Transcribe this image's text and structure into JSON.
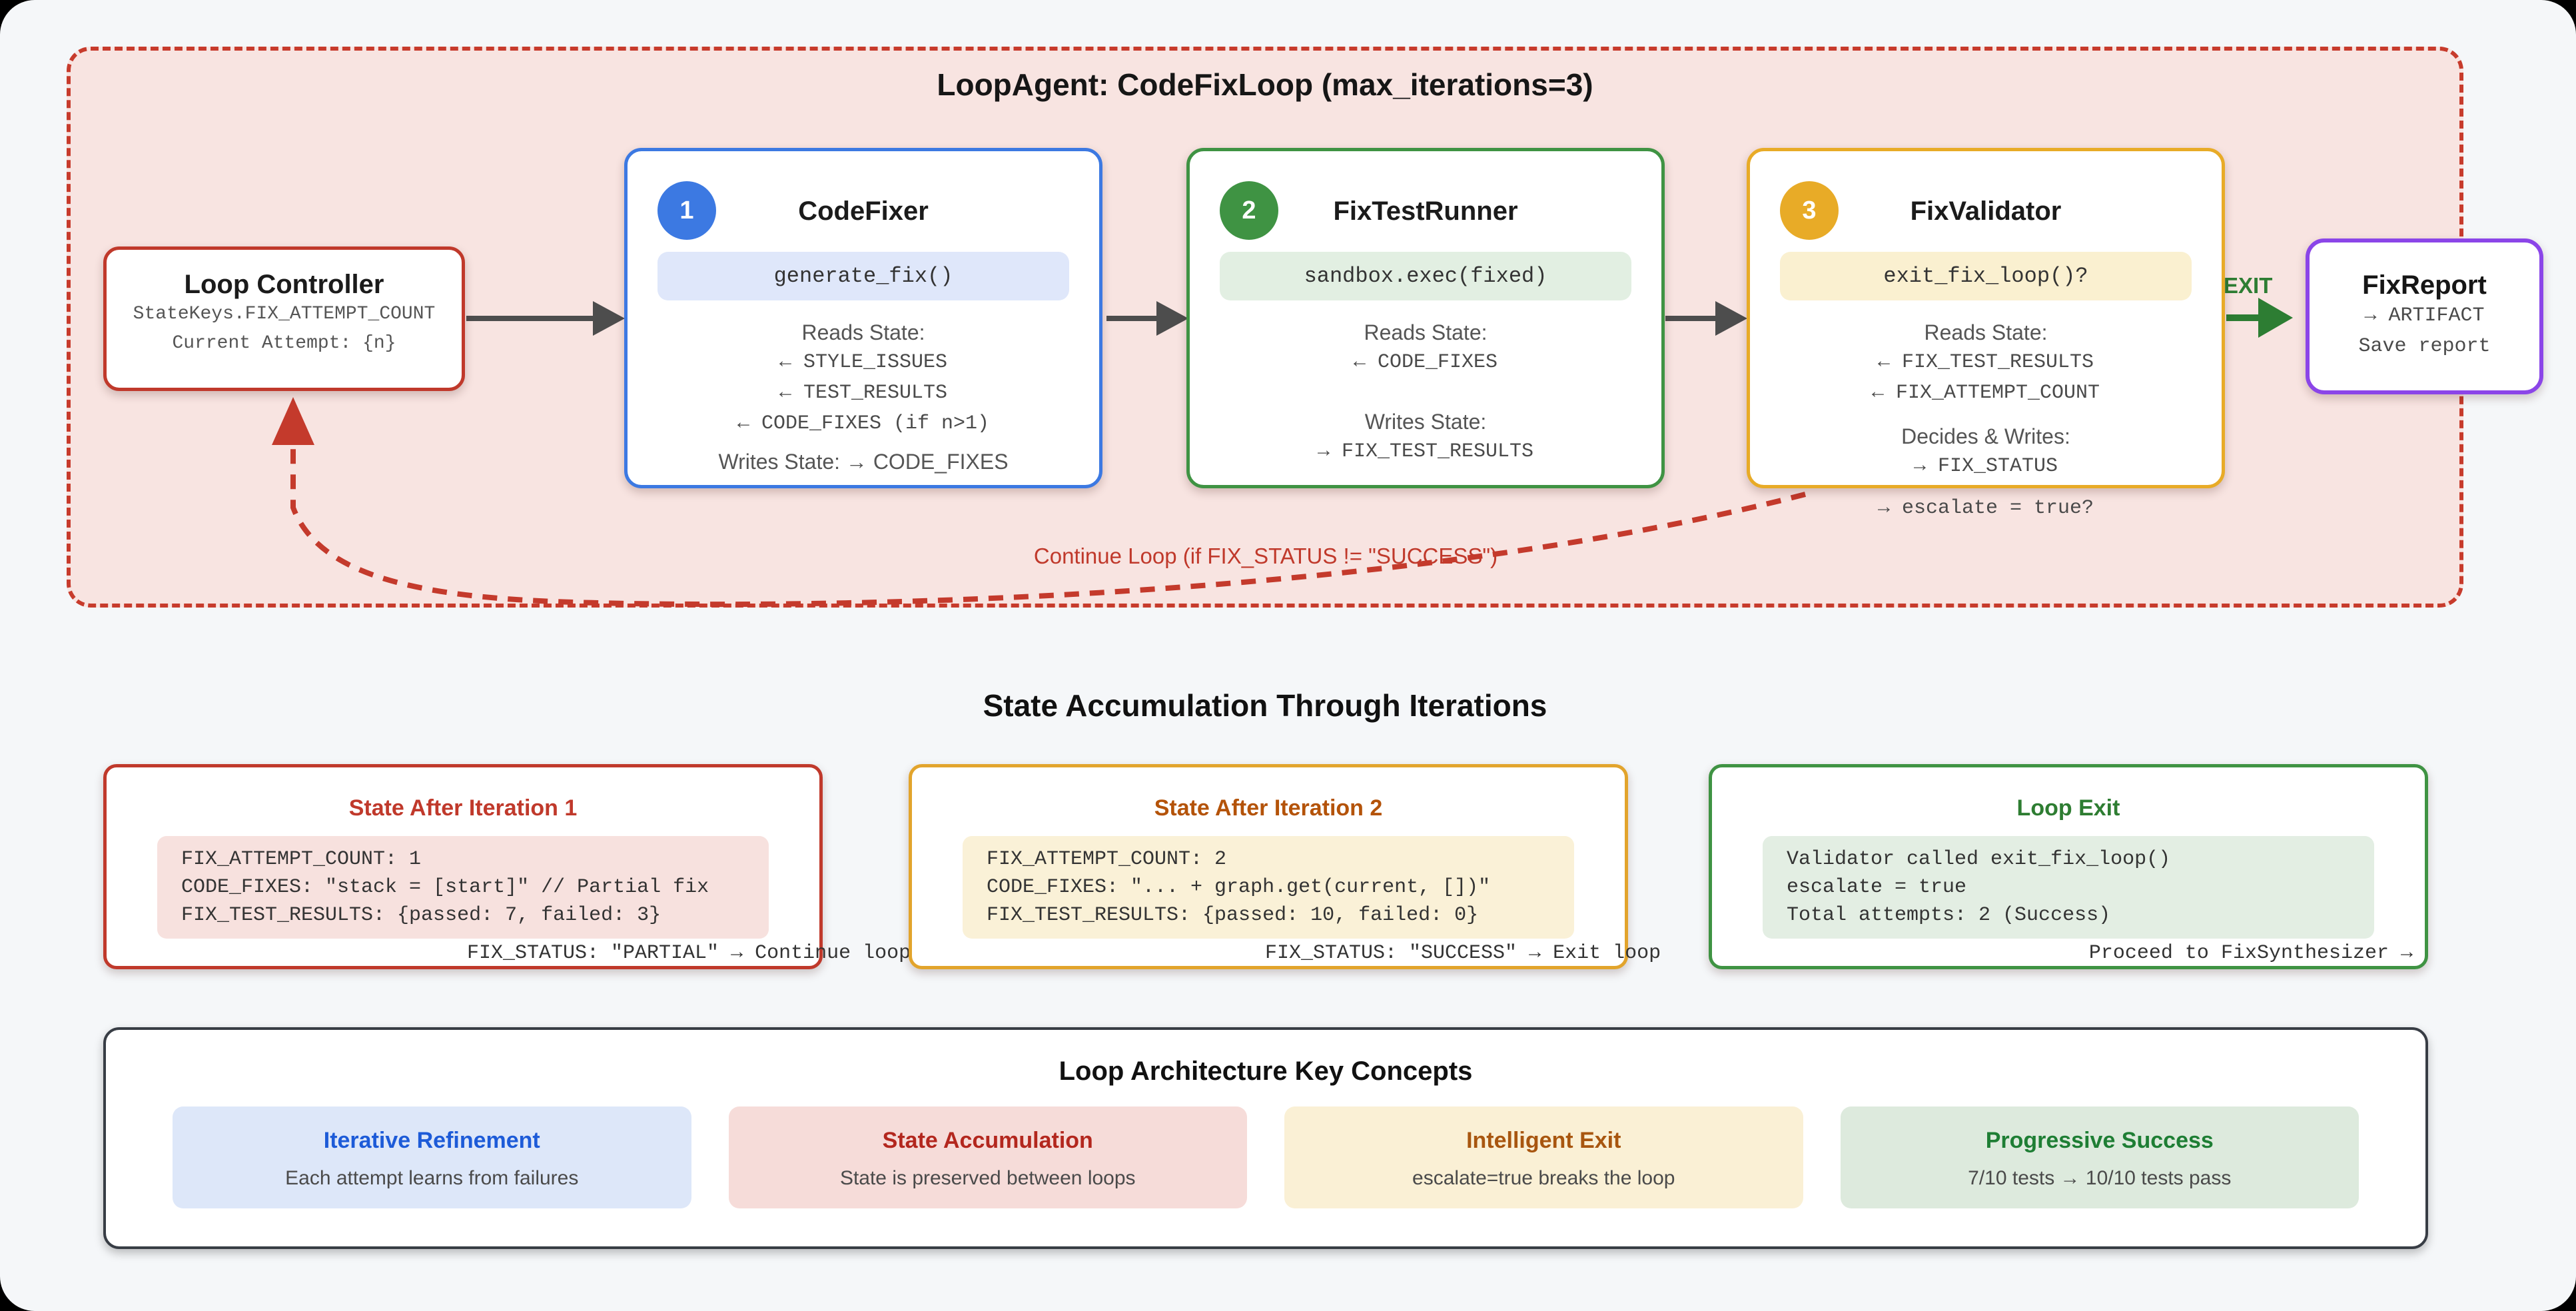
{
  "loop": {
    "title": "LoopAgent: CodeFixLoop (max_iterations=3)",
    "continue_label": "Continue Loop (if FIX_STATUS != \"SUCCESS\")",
    "exit_label": "EXIT"
  },
  "loop_controller": {
    "title": "Loop Controller",
    "line1": "StateKeys.FIX_ATTEMPT_COUNT",
    "line2": "Current Attempt: {n}"
  },
  "agents": [
    {
      "badge": "1",
      "title": "CodeFixer",
      "method": "generate_fix()",
      "reads_label": "Reads State:",
      "reads": [
        "← STYLE_ISSUES",
        "← TEST_RESULTS",
        "← CODE_FIXES (if n>1)"
      ],
      "writes_label": "Writes State: → CODE_FIXES"
    },
    {
      "badge": "2",
      "title": "FixTestRunner",
      "method": "sandbox.exec(fixed)",
      "reads_label": "Reads State:",
      "reads": [
        "← CODE_FIXES"
      ],
      "writes_label": "Writes State:",
      "writes": [
        "→ FIX_TEST_RESULTS"
      ]
    },
    {
      "badge": "3",
      "title": "FixValidator",
      "method": "exit_fix_loop()?",
      "reads_label": "Reads State:",
      "reads": [
        "← FIX_TEST_RESULTS",
        "← FIX_ATTEMPT_COUNT"
      ],
      "writes_label": "Decides & Writes:",
      "writes": [
        "→ FIX_STATUS"
      ],
      "overflow": "→ escalate = true?"
    }
  ],
  "fix_report": {
    "title": "FixReport",
    "line1": "→ ARTIFACT",
    "line2": "Save report"
  },
  "state_section": {
    "heading": "State Accumulation Through Iterations",
    "boxes": [
      {
        "title": "State After Iteration 1",
        "code": [
          "FIX_ATTEMPT_COUNT: 1",
          "CODE_FIXES: \"stack = [start]\" // Partial fix",
          "FIX_TEST_RESULTS: {passed: 7, failed: 3}"
        ],
        "overflow": "FIX_STATUS: \"PARTIAL\" → Continue loop"
      },
      {
        "title": "State After Iteration 2",
        "code": [
          "FIX_ATTEMPT_COUNT: 2",
          "CODE_FIXES: \"... + graph.get(current, [])\"",
          "FIX_TEST_RESULTS: {passed: 10, failed: 0}"
        ],
        "overflow": "FIX_STATUS: \"SUCCESS\" → Exit loop"
      },
      {
        "title": "Loop Exit",
        "code": [
          "Validator called exit_fix_loop()",
          "escalate = true",
          "Total attempts: 2 (Success)"
        ],
        "overflow": "Proceed to FixSynthesizer →"
      }
    ]
  },
  "concepts": {
    "heading": "Loop Architecture Key Concepts",
    "cards": [
      {
        "title": "Iterative Refinement",
        "subtitle": "Each attempt learns from failures"
      },
      {
        "title": "State Accumulation",
        "subtitle": "State is preserved between loops"
      },
      {
        "title": "Intelligent Exit",
        "subtitle": "escalate=true breaks the loop"
      },
      {
        "title": "Progressive Success",
        "subtitle": "7/10 tests → 10/10 tests pass"
      }
    ]
  },
  "colors": {
    "loop_border": "#c73b2c",
    "loop_bg": "#f8e4e1",
    "blue": "#3c79e2",
    "green": "#3f9343",
    "amber": "#e8ab27",
    "purple": "#8b45e8",
    "red": "#c0392b",
    "exit_green": "#2d7d33",
    "arrow_gray": "#4d4d4d"
  }
}
